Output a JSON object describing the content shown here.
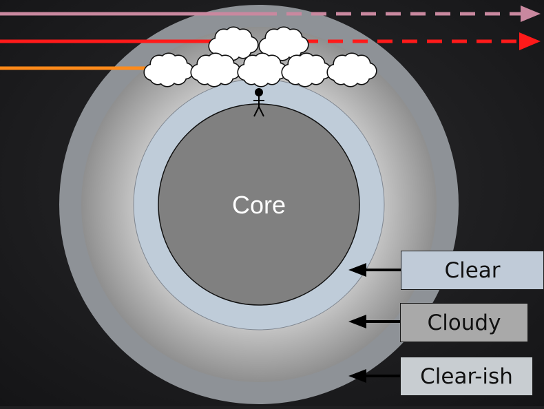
{
  "core_label": "Core",
  "legend": [
    {
      "id": "clear",
      "label": "Clear",
      "color": "#c0cbd8"
    },
    {
      "id": "cloudy",
      "label": "Cloudy",
      "color": "#a9a9a9"
    },
    {
      "id": "clear-ish",
      "label": "Clear-ish",
      "color": "#c8cdd1"
    }
  ],
  "colors": {
    "background": "#1f1f21",
    "core": "#808080",
    "clear_layer": "#bfccd9",
    "outer_layer": "#8e9297",
    "ray_pink": "#c9889f",
    "ray_red": "#ff1a1a",
    "ray_orange": "#ff8a1a"
  }
}
